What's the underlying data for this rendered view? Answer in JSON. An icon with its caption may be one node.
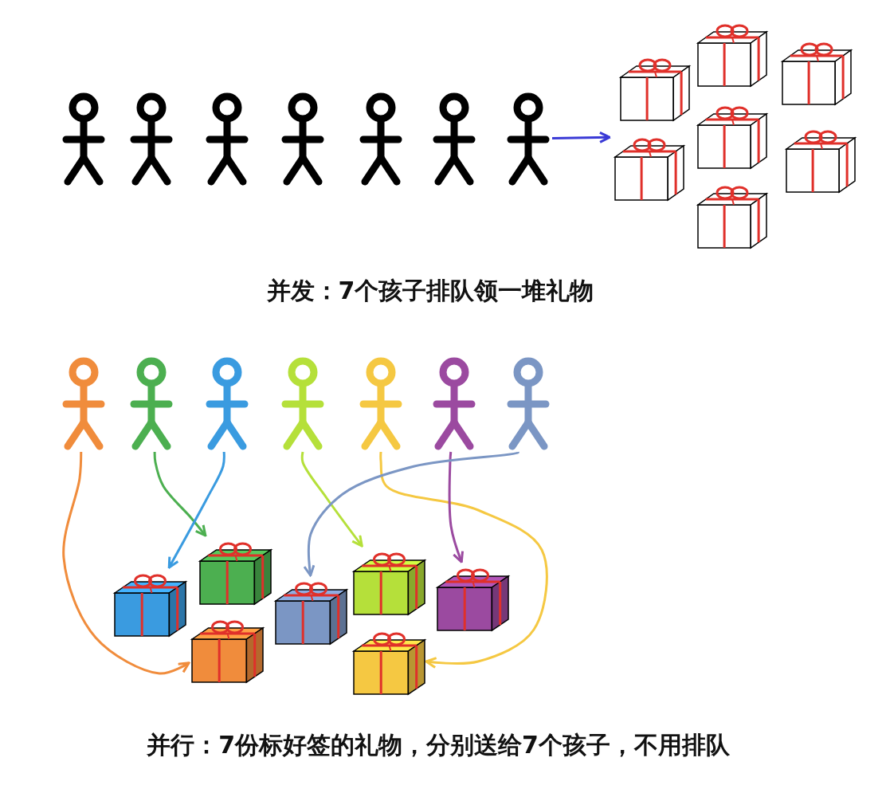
{
  "diagram": {
    "nodes": [
      {
        "text": [],
        "shape": "person"
      },
      {
        "text": [],
        "shape": "person"
      },
      {
        "text": [],
        "shape": "person"
      },
      {
        "text": [],
        "shape": "person"
      },
      {
        "text": [],
        "shape": "person"
      },
      {
        "text": [],
        "shape": "person"
      },
      {
        "text": [],
        "shape": "person"
      },
      {
        "text": [],
        "shape": "picture"
      },
      {
        "text": [],
        "shape": "box",
        "in": 7
      },
      {
        "text": [],
        "shape": "box",
        "in": 7
      },
      {
        "text": [],
        "shape": "box",
        "in": 7
      },
      {
        "text": [],
        "shape": "box",
        "in": 7
      },
      {
        "text": [],
        "shape": "box",
        "in": 7
      },
      {
        "text": [],
        "shape": "box",
        "in": 7
      },
      {
        "text": [],
        "shape": "box",
        "in": 7
      },
      {
        "text": [],
        "shape": "person"
      },
      {
        "text": [],
        "shape": "person"
      },
      {
        "text": [],
        "shape": "person"
      },
      {
        "text": [],
        "shape": "person"
      },
      {
        "text": [],
        "shape": "person"
      },
      {
        "text": [],
        "shape": "person"
      },
      {
        "text": [],
        "shape": "person"
      },
      {
        "text": [],
        "shape": "box"
      },
      {
        "text": [],
        "shape": "box"
      },
      {
        "text": [],
        "shape": "box"
      },
      {
        "text": [],
        "shape": "box"
      },
      {
        "text": [],
        "shape": "box"
      },
      {
        "text": [],
        "shape": "box"
      },
      {
        "text": [],
        "shape": "box"
      }
    ],
    "edges": [
      {
        "from": 6,
        "to": 7,
        "arrow": "to",
        "color": "#3a3ad6"
      },
      {
        "from": 15,
        "to": 24,
        "arrow": "to",
        "color": "#f08c3c"
      },
      {
        "from": 16,
        "to": 23,
        "arrow": "to",
        "color": "#4caf50"
      },
      {
        "from": 17,
        "to": 22,
        "arrow": "to",
        "color": "#3a9be0"
      },
      {
        "from": 18,
        "to": 26,
        "arrow": "to",
        "color": "#b5e03a"
      },
      {
        "from": 19,
        "to": 27,
        "arrow": "to",
        "color": "#f5c842"
      },
      {
        "from": 20,
        "to": 28,
        "arrow": "to",
        "color": "#9b4aa0"
      },
      {
        "from": 21,
        "to": 25,
        "arrow": "to",
        "color": "#7b96c4"
      }
    ],
    "labels": [
      "并发：7个孩子排队领一堆礼物",
      "并行：7份标好签的礼物，分别送给7个孩子，不用排队"
    ]
  }
}
